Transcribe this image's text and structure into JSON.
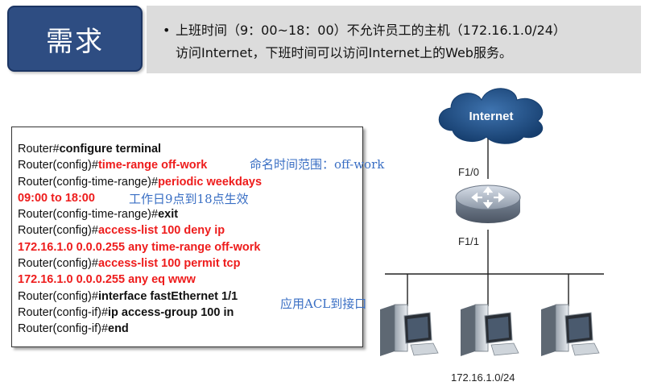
{
  "requirement": {
    "badge": "需求",
    "line1": "上班时间（9：00~18：00）不允许员工的主机（172.16.1.0/24）",
    "line2": "访问Internet，下班时间可以访问Internet上的Web服务。"
  },
  "cli": {
    "lines": [
      {
        "plain": "Router#",
        "cmd": "configure terminal",
        "red": ""
      },
      {
        "plain": "Router(config)#",
        "cmd": "",
        "red": "time-range off-work"
      },
      {
        "plain": "Router(config-time-range)#",
        "cmd": "",
        "red": "periodic weekdays"
      },
      {
        "plain": "",
        "cmd": "",
        "red": "09:00 to 18:00"
      },
      {
        "plain": "Router(config-time-range)#",
        "cmd": "exit",
        "red": ""
      },
      {
        "plain": "Router(config)#",
        "cmd": "",
        "red": "access-list 100 deny ip"
      },
      {
        "plain": "",
        "cmd": "",
        "red": "172.16.1.0 0.0.0.255 any time-range off-work"
      },
      {
        "plain": "Router(config)#",
        "cmd": "",
        "red": "access-list 100 permit tcp"
      },
      {
        "plain": "",
        "cmd": "",
        "red": "172.16.1.0 0.0.0.255 any eq www"
      },
      {
        "plain": "Router(config)#",
        "cmd": "interface fastEthernet 1/1",
        "red": ""
      },
      {
        "plain": "Router(config-if)#",
        "cmd": "ip access-group 100 in",
        "red": ""
      },
      {
        "plain": "Router(config-if)#",
        "cmd": "end",
        "red": ""
      }
    ]
  },
  "annotations": {
    "name_range": "命名时间范围：off-work",
    "workday": "工作日9点到18点生效",
    "apply": "应用ACL到接口"
  },
  "topology": {
    "cloud_label": "Internet",
    "port_up": "F1/0",
    "port_down": "F1/1",
    "subnet": "172.16.1.0/24"
  },
  "colors": {
    "badge_bg": "#2e4d82",
    "panel_bg": "#dcdcdc",
    "command_red": "#ee1c1c",
    "annotation_blue": "#3a6fc4",
    "cloud_blue": "#1f4f86"
  }
}
